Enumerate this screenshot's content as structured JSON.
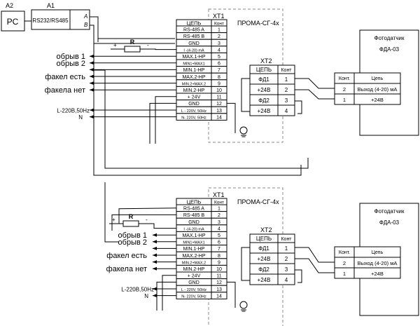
{
  "pc": {
    "tag": "A2",
    "label": "PC"
  },
  "converter": {
    "tag": "A1",
    "label": "RS232/RS485",
    "pins": [
      "A",
      "B"
    ]
  },
  "resistor": {
    "label": "R",
    "plus": "+",
    "minus": "-"
  },
  "xt1": {
    "tag": "XT1",
    "device": "ПРОМА-СГ-4х",
    "header": [
      "ЦЕПЬ",
      "Конт"
    ],
    "rows": [
      [
        "RS-485  A",
        "1"
      ],
      [
        "RS-485  B",
        "2"
      ],
      [
        "GND",
        "3"
      ],
      [
        "I -(4-20) mA",
        "4"
      ],
      [
        "MAX.1-HP",
        "5"
      ],
      [
        "MIN1+MAX1",
        "6"
      ],
      [
        "MIN.1-HP",
        "7"
      ],
      [
        "MAX.2-HP",
        "8"
      ],
      [
        "MIN.2+MAX.2",
        "9"
      ],
      [
        "MIN.2-HP",
        "10"
      ],
      [
        "+ 24V",
        "11"
      ],
      [
        "GND",
        "12"
      ],
      [
        "L - 220V, 50Hz",
        "13"
      ],
      [
        "N- 220V, 50Hz",
        "14"
      ]
    ]
  },
  "xt2": {
    "tag": "XT2",
    "header": [
      "ЦЕПЬ",
      "Конт"
    ],
    "rows": [
      [
        "ФД1",
        "1"
      ],
      [
        "+24В",
        "2"
      ],
      [
        "ФД2",
        "3"
      ],
      [
        "+24В",
        "4"
      ]
    ]
  },
  "sensor": {
    "title": "Фотодатчик",
    "model": "ФДА-03",
    "header": [
      "Конт.",
      "Цепь"
    ],
    "rows": [
      [
        "2",
        "Выход (4-20) мА"
      ],
      [
        "1",
        "+24В"
      ]
    ]
  },
  "outputs": [
    "обрыв 1",
    "обрыв 2",
    "факел есть",
    "факела нет"
  ],
  "power": {
    "l_label": "L-220B,50Hz",
    "n_label": "N"
  },
  "colors": {
    "line": "#000000",
    "dashed": "#888888",
    "background": "#ffffff"
  }
}
